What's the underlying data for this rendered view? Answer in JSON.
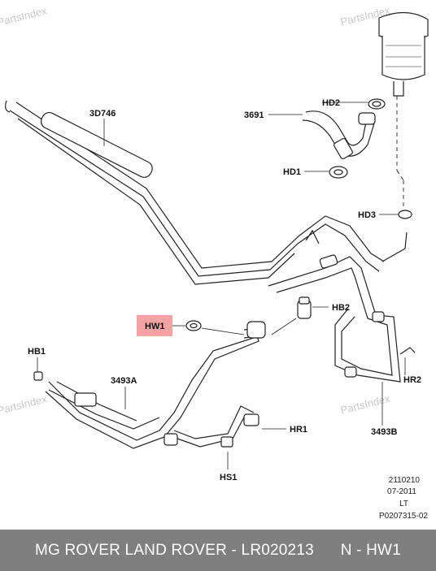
{
  "watermark": "PartsIndex",
  "highlight_color": "#f4a3a3",
  "footer_bg": "#7f7f7f",
  "labels": {
    "d3746": "3D746",
    "p3691": "3691",
    "hd2": "HD2",
    "hd1": "HD1",
    "hd3": "HD3",
    "hb2": "HB2",
    "hw1": "HW1",
    "hb1": "HB1",
    "p3493a": "3493A",
    "hr2": "HR2",
    "hr1": "HR1",
    "hs1": "HS1",
    "p3493b": "3493B"
  },
  "drawing_meta": {
    "line1": "2110210",
    "line2": "07-2011",
    "line3": "LT",
    "line4": "P0207315-02"
  },
  "footer": {
    "part_text": "MG ROVER LAND ROVER - LR020213",
    "ref_text": "N - HW1"
  }
}
